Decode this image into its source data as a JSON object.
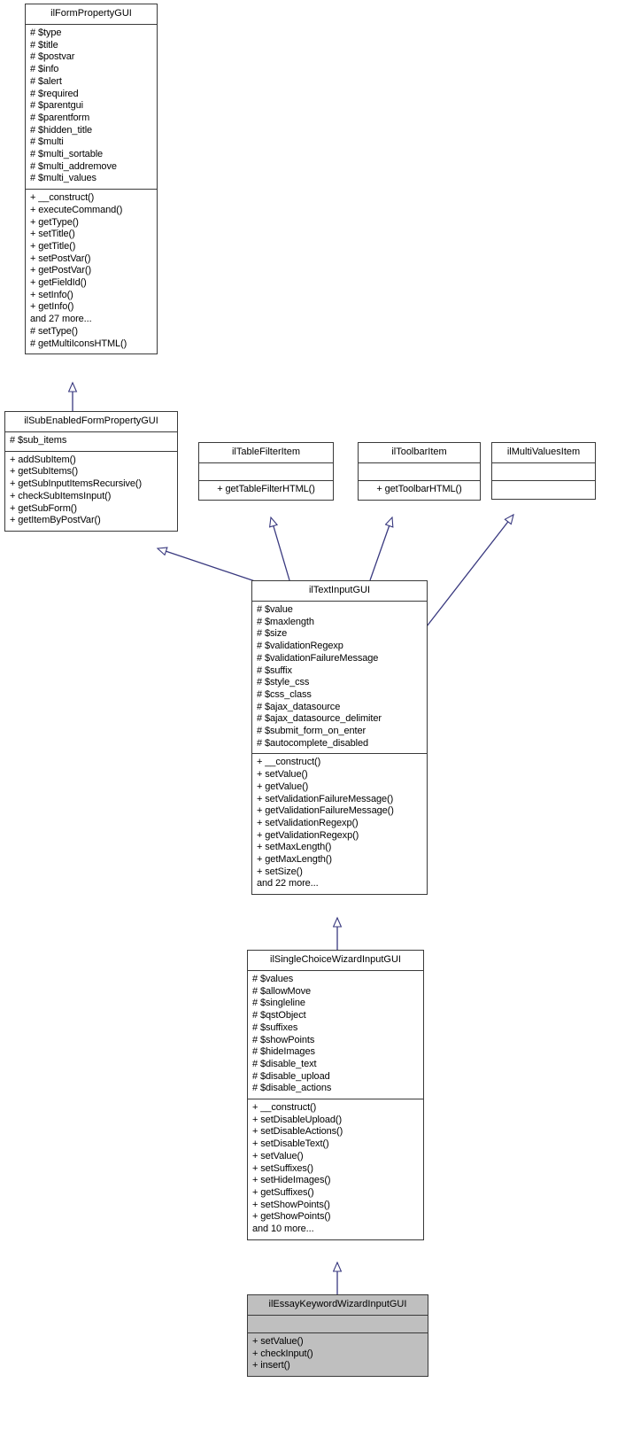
{
  "diagram": {
    "kind": "uml-class-inheritance-diagram",
    "edge_color": "#39397f",
    "box_border_color": "#3a3a3a",
    "highlight_fill": "#bfbfbf",
    "background": "#ffffff"
  },
  "classes": {
    "ilFormPropertyGUI": {
      "title": "ilFormPropertyGUI",
      "attributes": [
        "# $type",
        "# $title",
        "# $postvar",
        "# $info",
        "# $alert",
        "# $required",
        "# $parentgui",
        "# $parentform",
        "# $hidden_title",
        "# $multi",
        "# $multi_sortable",
        "# $multi_addremove",
        "# $multi_values"
      ],
      "methods": [
        "+ __construct()",
        "+ executeCommand()",
        "+ getType()",
        "+ setTitle()",
        "+ getTitle()",
        "+ setPostVar()",
        "+ getPostVar()",
        "+ getFieldId()",
        "+ setInfo()",
        "+ getInfo()",
        "and 27 more...",
        "# setType()",
        "# getMultiIconsHTML()"
      ]
    },
    "ilSubEnabledFormPropertyGUI": {
      "title": "ilSubEnabledFormPropertyGUI",
      "attributes": [
        "# $sub_items"
      ],
      "methods": [
        "+ addSubItem()",
        "+ getSubItems()",
        "+ getSubInputItemsRecursive()",
        "+ checkSubItemsInput()",
        "+ getSubForm()",
        "+ getItemByPostVar()"
      ]
    },
    "ilTableFilterItem": {
      "title": "ilTableFilterItem",
      "attributes": [],
      "methods": [
        "+ getTableFilterHTML()"
      ]
    },
    "ilToolbarItem": {
      "title": "ilToolbarItem",
      "attributes": [],
      "methods": [
        "+ getToolbarHTML()"
      ]
    },
    "ilMultiValuesItem": {
      "title": "ilMultiValuesItem",
      "attributes": [],
      "methods": []
    },
    "ilTextInputGUI": {
      "title": "ilTextInputGUI",
      "attributes": [
        "# $value",
        "# $maxlength",
        "# $size",
        "# $validationRegexp",
        "# $validationFailureMessage",
        "# $suffix",
        "# $style_css",
        "# $css_class",
        "# $ajax_datasource",
        "# $ajax_datasource_delimiter",
        "# $submit_form_on_enter",
        "# $autocomplete_disabled"
      ],
      "methods": [
        "+ __construct()",
        "+ setValue()",
        "+ getValue()",
        "+ setValidationFailureMessage()",
        "+ getValidationFailureMessage()",
        "+ setValidationRegexp()",
        "+ getValidationRegexp()",
        "+ setMaxLength()",
        "+ getMaxLength()",
        "+ setSize()",
        "and 22 more..."
      ]
    },
    "ilSingleChoiceWizardInputGUI": {
      "title": "ilSingleChoiceWizardInputGUI",
      "attributes": [
        "# $values",
        "# $allowMove",
        "# $singleline",
        "# $qstObject",
        "# $suffixes",
        "# $showPoints",
        "# $hideImages",
        "# $disable_text",
        "# $disable_upload",
        "# $disable_actions"
      ],
      "methods": [
        "+ __construct()",
        "+ setDisableUpload()",
        "+ setDisableActions()",
        "+ setDisableText()",
        "+ setValue()",
        "+ setSuffixes()",
        "+ setHideImages()",
        "+ getSuffixes()",
        "+ setShowPoints()",
        "+ getShowPoints()",
        "and 10 more..."
      ]
    },
    "ilEssayKeywordWizardInputGUI": {
      "title": "ilEssayKeywordWizardInputGUI",
      "attributes": [],
      "methods": [
        "+ setValue()",
        "+ checkInput()",
        "+ insert()"
      ]
    }
  },
  "inheritance_edges": [
    {
      "from": "ilSubEnabledFormPropertyGUI",
      "to": "ilFormPropertyGUI"
    },
    {
      "from": "ilTextInputGUI",
      "to": "ilSubEnabledFormPropertyGUI"
    },
    {
      "from": "ilTextInputGUI",
      "to": "ilTableFilterItem"
    },
    {
      "from": "ilTextInputGUI",
      "to": "ilToolbarItem"
    },
    {
      "from": "ilTextInputGUI",
      "to": "ilMultiValuesItem"
    },
    {
      "from": "ilSingleChoiceWizardInputGUI",
      "to": "ilTextInputGUI"
    },
    {
      "from": "ilEssayKeywordWizardInputGUI",
      "to": "ilSingleChoiceWizardInputGUI"
    }
  ]
}
